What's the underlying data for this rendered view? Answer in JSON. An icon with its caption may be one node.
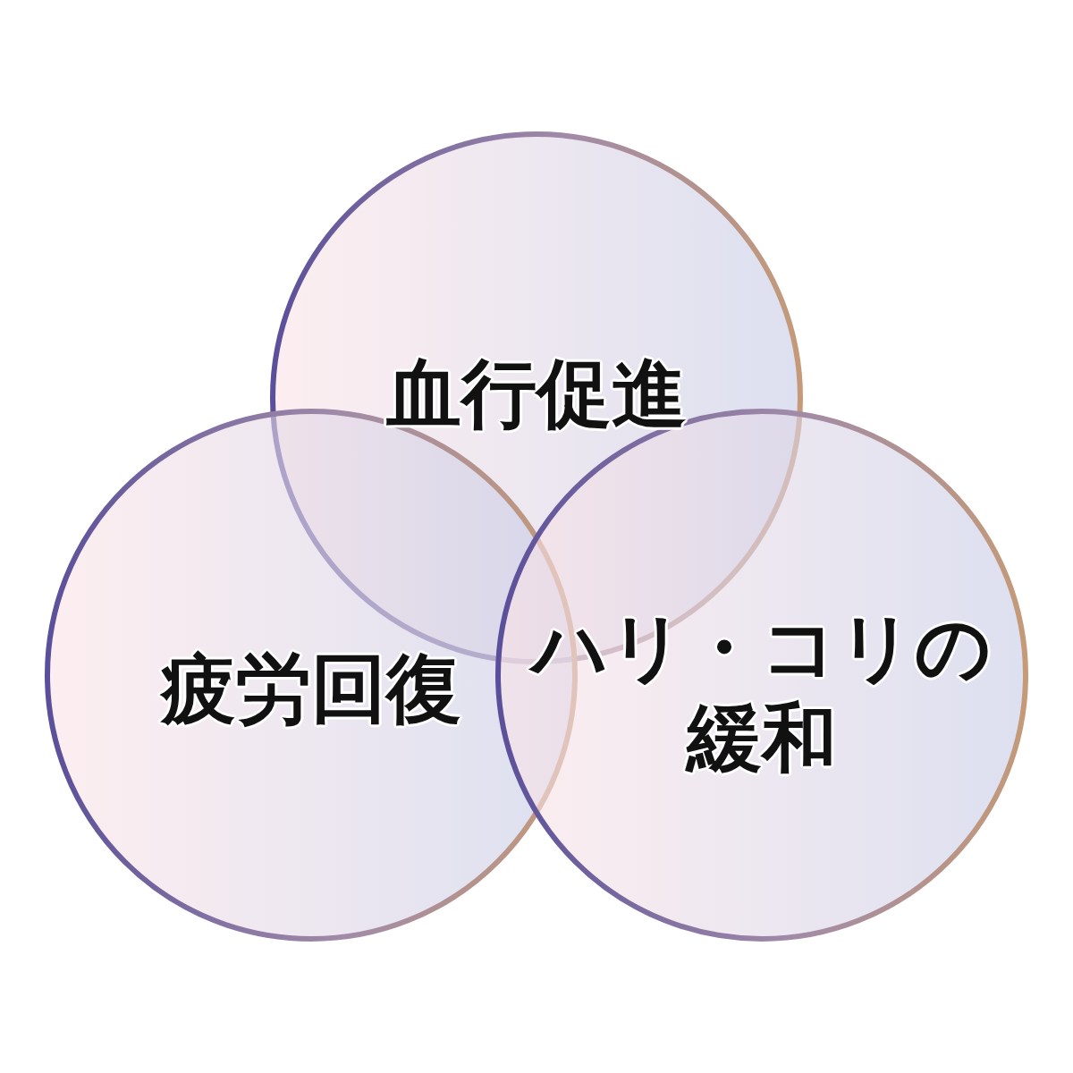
{
  "diagram": {
    "nodes": [
      {
        "text": [
          "血行促進"
        ]
      },
      {
        "text": [
          "疲労回復"
        ]
      },
      {
        "text": [
          "ハリ・コリの緩和"
        ]
      }
    ],
    "edges": []
  }
}
